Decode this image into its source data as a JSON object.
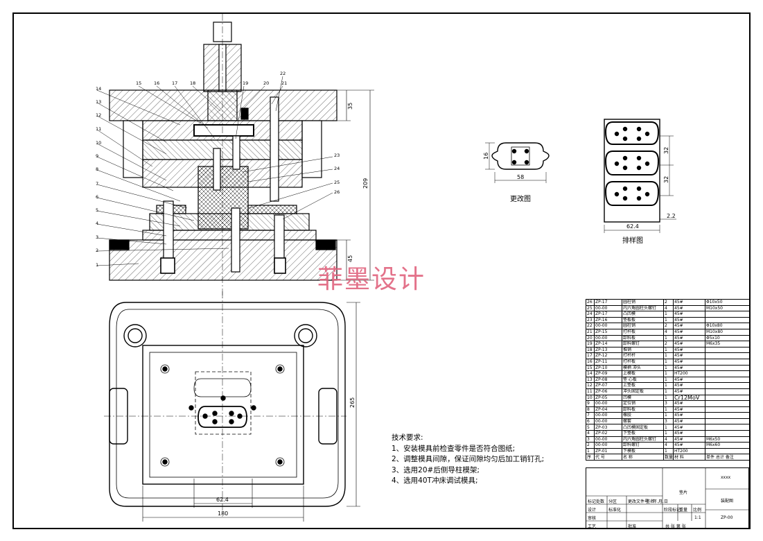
{
  "drawing": {
    "watermark": "菲墨设计",
    "change_view_label": "更改图",
    "layout_view_label": "排样图",
    "tech_title": "技术要求:",
    "tech_notes": [
      "1、安装模具前检查零件是否符合图纸;",
      "2、调整模具间隙，保证间隙均匀后加工销钉孔;",
      "3、选用20#后侧导柱模架;",
      "4、选用40T冲床调试模具;"
    ],
    "dims": {
      "main_height": "209",
      "top_plate": "35",
      "bottom_plate": "45",
      "plan_height": "265",
      "plan_width": "180",
      "plan_inner": "62.4",
      "part_w": "58",
      "part_h": "16",
      "strip_pitch1": "32",
      "strip_pitch2": "32",
      "strip_width": "62.4",
      "strip_gap": "2.2"
    },
    "part_numbers_left": [
      "14",
      "13",
      "12",
      "11",
      "10",
      "9",
      "8",
      "7",
      "6",
      "5",
      "4",
      "3",
      "2",
      "1"
    ],
    "part_numbers_top": [
      "15",
      "16",
      "17",
      "18",
      "19",
      "20",
      "21",
      "22"
    ],
    "part_numbers_right": [
      "23",
      "24",
      "25",
      "26"
    ]
  },
  "bom": {
    "rows": [
      [
        "26",
        "ZP-17",
        "圆柱销",
        "2",
        "45#",
        "Φ10x50"
      ],
      [
        "25",
        "00-00",
        "内六角圆柱头螺钉",
        "4",
        "45#",
        "M10x50"
      ],
      [
        "24",
        "ZP-17",
        "凸凹模",
        "1",
        "45#",
        ""
      ],
      [
        "23",
        "ZP-16",
        "垫板板",
        "1",
        "45#",
        ""
      ],
      [
        "22",
        "00-00",
        "圆柱销",
        "2",
        "45#",
        "Φ10x80"
      ],
      [
        "21",
        "ZP-15",
        "打杆板",
        "4",
        "45#",
        "M10x80"
      ],
      [
        "20",
        "00-00",
        "卸料板",
        "1",
        "45#",
        "Φ5x10"
      ],
      [
        "19",
        "ZP-14",
        "卸料螺钉",
        "2",
        "45#",
        "M6x35"
      ],
      [
        "18",
        "ZP-13",
        "推销",
        "1",
        "45#",
        ""
      ],
      [
        "17",
        "ZP-12",
        "打杆杆",
        "1",
        "45#",
        ""
      ],
      [
        "16",
        "ZP-11",
        "打杆板",
        "1",
        "45#",
        ""
      ],
      [
        "15",
        "ZP-10",
        "模柄 冲头",
        "1",
        "45#",
        ""
      ],
      [
        "14",
        "ZP-09",
        "上模板",
        "1",
        "HT200",
        ""
      ],
      [
        "13",
        "ZP-08",
        "垫 心板",
        "1",
        "45#",
        ""
      ],
      [
        "12",
        "ZP-07",
        "上垫板",
        "1",
        "45#",
        ""
      ],
      [
        "11",
        "ZP-06",
        "冲头固定板",
        "1",
        "45#",
        ""
      ],
      [
        "10",
        "ZP-05",
        "凹模",
        "1",
        "Cr12MoV",
        ""
      ],
      [
        "9",
        "00-00",
        "定位销",
        "3",
        "45#",
        ""
      ],
      [
        "8",
        "ZP-04",
        "卸料板",
        "1",
        "45#",
        ""
      ],
      [
        "7",
        "00-00",
        "橡胶",
        "1",
        "45#",
        ""
      ],
      [
        "6",
        "00-00",
        "螺套",
        "3",
        "45#",
        ""
      ],
      [
        "5",
        "ZP-03",
        "凸凹模固定板",
        "1",
        "45#",
        ""
      ],
      [
        "4",
        "ZP-02",
        "下垫板",
        "1",
        "45#",
        ""
      ],
      [
        "3",
        "00-00",
        "内六角圆柱头螺钉",
        "4",
        "45#",
        "M6x50"
      ],
      [
        "2",
        "00-00",
        "卸料螺钉",
        "4",
        "45#",
        "M6x60"
      ],
      [
        "1",
        "ZP-01",
        "下模板",
        "1",
        "HT200",
        ""
      ]
    ],
    "header": [
      "序",
      "代  号",
      "名  称",
      "数量",
      "材  料",
      "单件",
      "总计",
      "备注"
    ]
  },
  "title_block": {
    "xxxx": "xxxx",
    "part_name": "垫片",
    "drawing_name": "装配图",
    "drawing_no": "ZP-00",
    "scale": "1:1",
    "row_labels": [
      "标记",
      "处数",
      "分区",
      "更改文件号",
      "签名",
      "年.月.日"
    ],
    "role_design": "设计",
    "role_std": "标准化",
    "role_check": "审核",
    "role_process": "工艺",
    "role_approve": "批准",
    "stage_label": "阶段标记",
    "weight_label": "重量",
    "scale_label": "比例",
    "sheet_label": "共 张  第 张"
  }
}
